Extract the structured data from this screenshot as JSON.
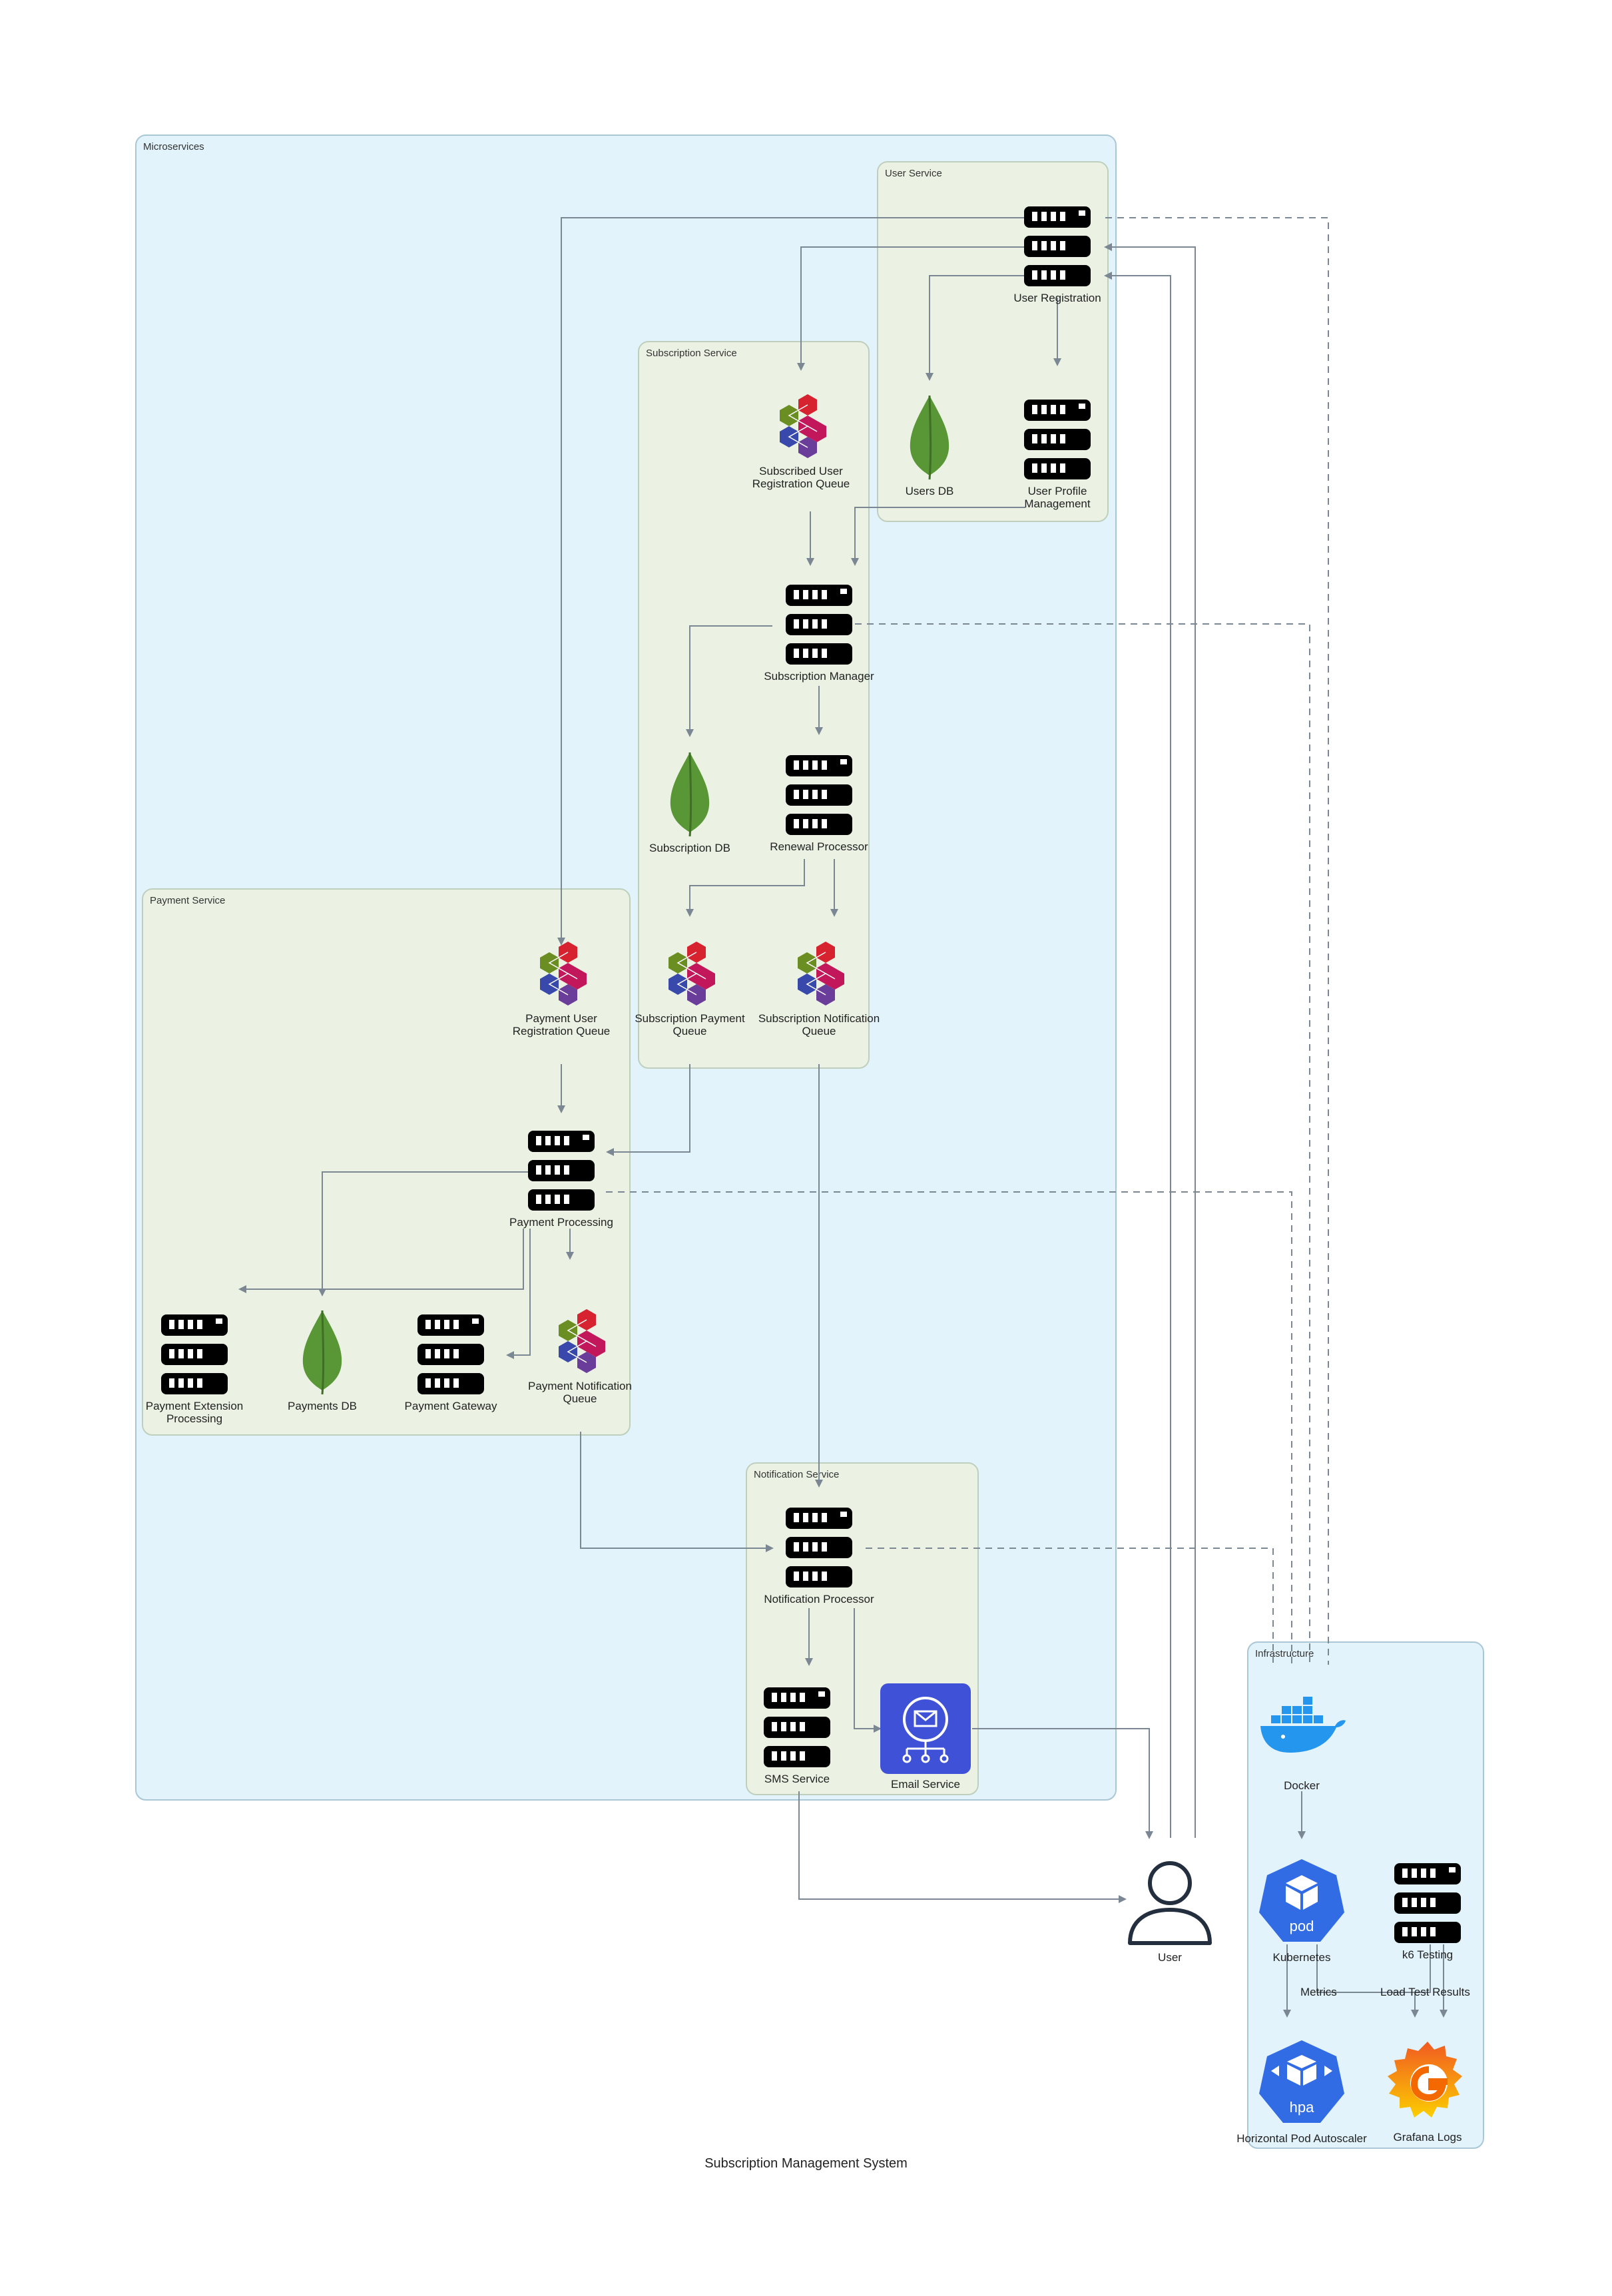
{
  "diagram_title": "Subscription Management System",
  "clusters": {
    "microservices": "Microservices",
    "user_service": "User Service",
    "subscription_service": "Subscription Service",
    "payment_service": "Payment Service",
    "notification_service": "Notification Service",
    "infrastructure": "Infrastructure"
  },
  "nodes": {
    "user_registration": "User Registration",
    "users_db": "Users DB",
    "user_profile_management": "User Profile\nManagement",
    "subscribed_user_registration_queue": "Subscribed User\nRegistration Queue",
    "subscription_manager": "Subscription Manager",
    "subscription_db": "Subscription DB",
    "renewal_processor": "Renewal Processor",
    "subscription_payment_queue": "Subscription Payment\nQueue",
    "subscription_notification_queue": "Subscription Notification\nQueue",
    "payment_user_registration_queue": "Payment User\nRegistration Queue",
    "payment_processing": "Payment Processing",
    "payment_extension_processing": "Payment Extension\nProcessing",
    "payments_db": "Payments DB",
    "payment_gateway": "Payment Gateway",
    "payment_notification_queue": "Payment Notification\nQueue",
    "notification_processor": "Notification Processor",
    "sms_service": "SMS Service",
    "email_service": "Email Service",
    "user": "User",
    "docker": "Docker",
    "kubernetes": "Kubernetes",
    "k6_testing": "k6 Testing",
    "horizontal_pod_autoscaler": "Horizontal Pod Autoscaler",
    "grafana_logs": "Grafana Logs"
  },
  "edge_labels": {
    "metrics": "Metrics",
    "load_test_results": "Load Test Results"
  },
  "icons": {
    "pod_text": "pod",
    "hpa_text": "hpa"
  },
  "colors": {
    "edge": "#7b8894",
    "queue_red": "#d6232f",
    "queue_green": "#6b8e23",
    "queue_pink": "#c2185b",
    "queue_blue": "#3949ab",
    "queue_purple": "#6a3d9a",
    "mongo_green": "#589636",
    "k8s_blue": "#326ce5",
    "docker_blue": "#2496ed",
    "email_purple": "#3f51d6",
    "grafana_orange": "#f46800"
  }
}
